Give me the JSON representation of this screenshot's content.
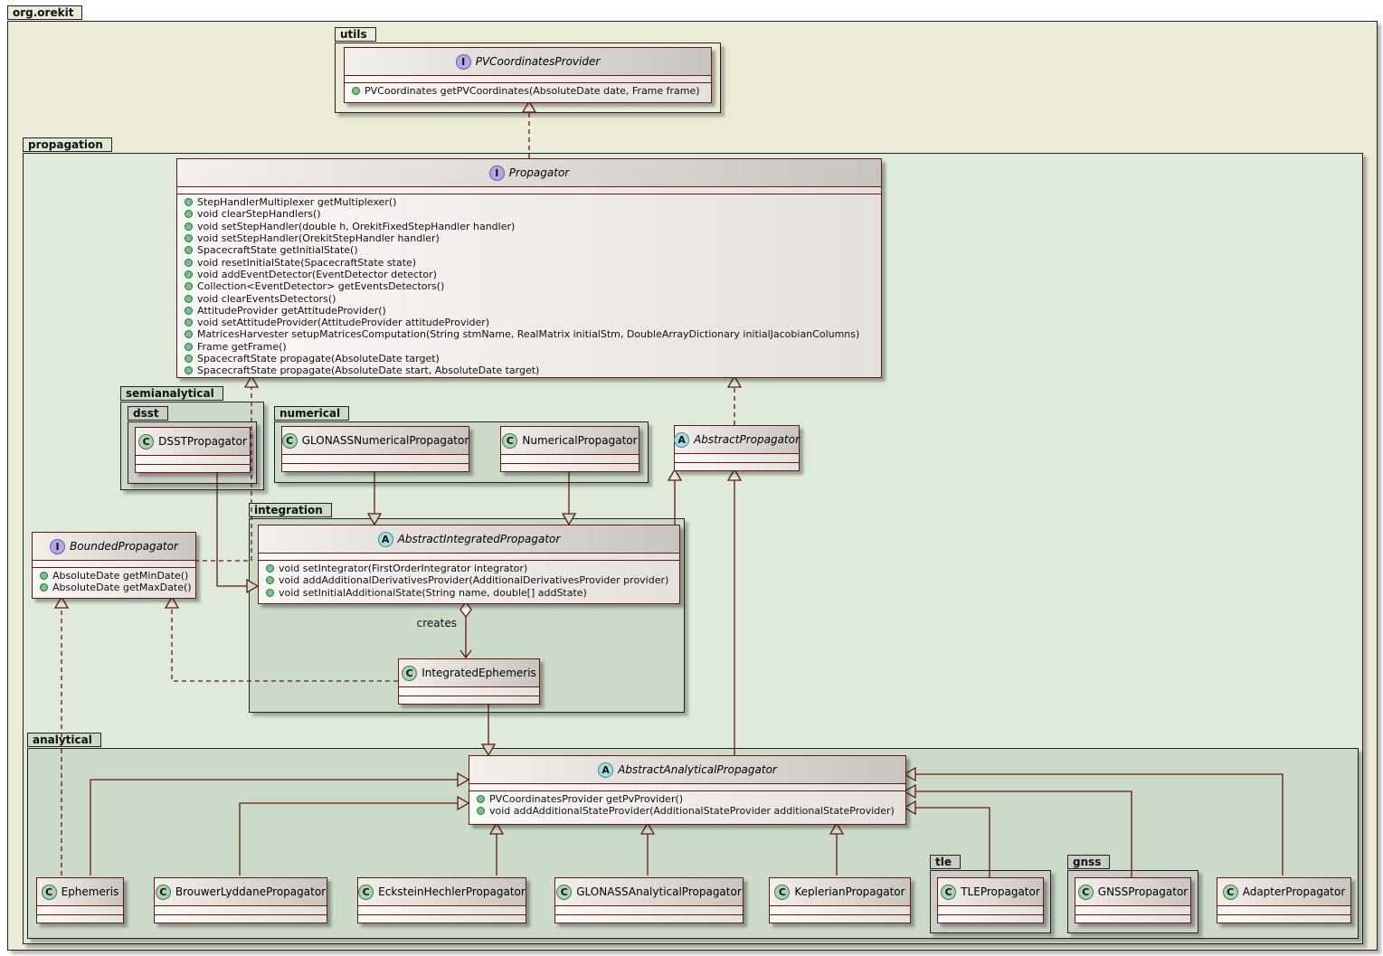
{
  "colors": {
    "root_bg": "#ECEBD8",
    "propagation_bg": "#DDEBD8",
    "subpackage_bg": "#CBDBC8",
    "nested_package_bg": "#CCCCC7",
    "class_border": "#691616",
    "package_border": "#222222",
    "interface_spot_bg": "#B4A7E5",
    "class_spot_bg": "#ADD1B2",
    "abstract_spot_bg": "#A9DCDF",
    "method_bullet": "#84BE84"
  },
  "packages": {
    "org_orekit": "org.orekit",
    "utils": "utils",
    "propagation": "propagation",
    "semianalytical": "semianalytical",
    "dsst": "dsst",
    "numerical": "numerical",
    "integration": "integration",
    "analytical": "analytical",
    "tle": "tle",
    "gnss": "gnss"
  },
  "labels": {
    "creates": "creates"
  },
  "classes": {
    "pvcoordinatesprovider": {
      "spot": "I",
      "name": "PVCoordinatesProvider",
      "methods": [
        "PVCoordinates getPVCoordinates(AbsoluteDate date, Frame frame)"
      ]
    },
    "propagator": {
      "spot": "I",
      "name": "Propagator",
      "methods": [
        "StepHandlerMultiplexer getMultiplexer()",
        "void clearStepHandlers()",
        "void setStepHandler(double h, OrekitFixedStepHandler handler)",
        "void setStepHandler(OrekitStepHandler handler)",
        "SpacecraftState getInitialState()",
        "void resetInitialState(SpacecraftState state)",
        "void addEventDetector(EventDetector detector)",
        "Collection<EventDetector> getEventsDetectors()",
        "void clearEventsDetectors()",
        "AttitudeProvider getAttitudeProvider()",
        "void setAttitudeProvider(AttitudeProvider attitudeProvider)",
        "MatricesHarvester setupMatricesComputation(String stmName, RealMatrix initialStm, DoubleArrayDictionary initialJacobianColumns)",
        "Frame getFrame()",
        "SpacecraftState propagate(AbsoluteDate target)",
        "SpacecraftState propagate(AbsoluteDate start, AbsoluteDate target)"
      ]
    },
    "boundedpropagator": {
      "spot": "I",
      "name": "BoundedPropagator",
      "methods": [
        "AbsoluteDate getMinDate()",
        "AbsoluteDate getMaxDate()"
      ]
    },
    "abstractpropagator": {
      "spot": "A",
      "name": "AbstractPropagator"
    },
    "dsstpropagator": {
      "spot": "C",
      "name": "DSSTPropagator"
    },
    "glonassnumericalpropagator": {
      "spot": "C",
      "name": "GLONASSNumericalPropagator"
    },
    "numericalpropagator": {
      "spot": "C",
      "name": "NumericalPropagator"
    },
    "abstractintegratedpropagator": {
      "spot": "A",
      "name": "AbstractIntegratedPropagator",
      "methods": [
        "void setIntegrator(FirstOrderIntegrator integrator)",
        "void addAdditionalDerivativesProvider(AdditionalDerivativesProvider provider)",
        "void setInitialAdditionalState(String name, double[] addState)"
      ]
    },
    "integratedephemeris": {
      "spot": "C",
      "name": "IntegratedEphemeris"
    },
    "abstractanalyticalpropagator": {
      "spot": "A",
      "name": "AbstractAnalyticalPropagator",
      "methods": [
        "PVCoordinatesProvider getPvProvider()",
        "void addAdditionalStateProvider(AdditionalStateProvider additionalStateProvider)"
      ]
    },
    "ephemeris": {
      "spot": "C",
      "name": "Ephemeris"
    },
    "brouwerlyddanepropagator": {
      "spot": "C",
      "name": "BrouwerLyddanePropagator"
    },
    "ecksteinhechlerpropagator": {
      "spot": "C",
      "name": "EcksteinHechlerPropagator"
    },
    "glonassanalyticalpropagator": {
      "spot": "C",
      "name": "GLONASSAnalyticalPropagator"
    },
    "keplerianpropagator": {
      "spot": "C",
      "name": "KeplerianPropagator"
    },
    "tlepropagator": {
      "spot": "C",
      "name": "TLEPropagator"
    },
    "gnsspropagator": {
      "spot": "C",
      "name": "GNSSPropagator"
    },
    "adapterpropagator": {
      "spot": "C",
      "name": "AdapterPropagator"
    }
  }
}
